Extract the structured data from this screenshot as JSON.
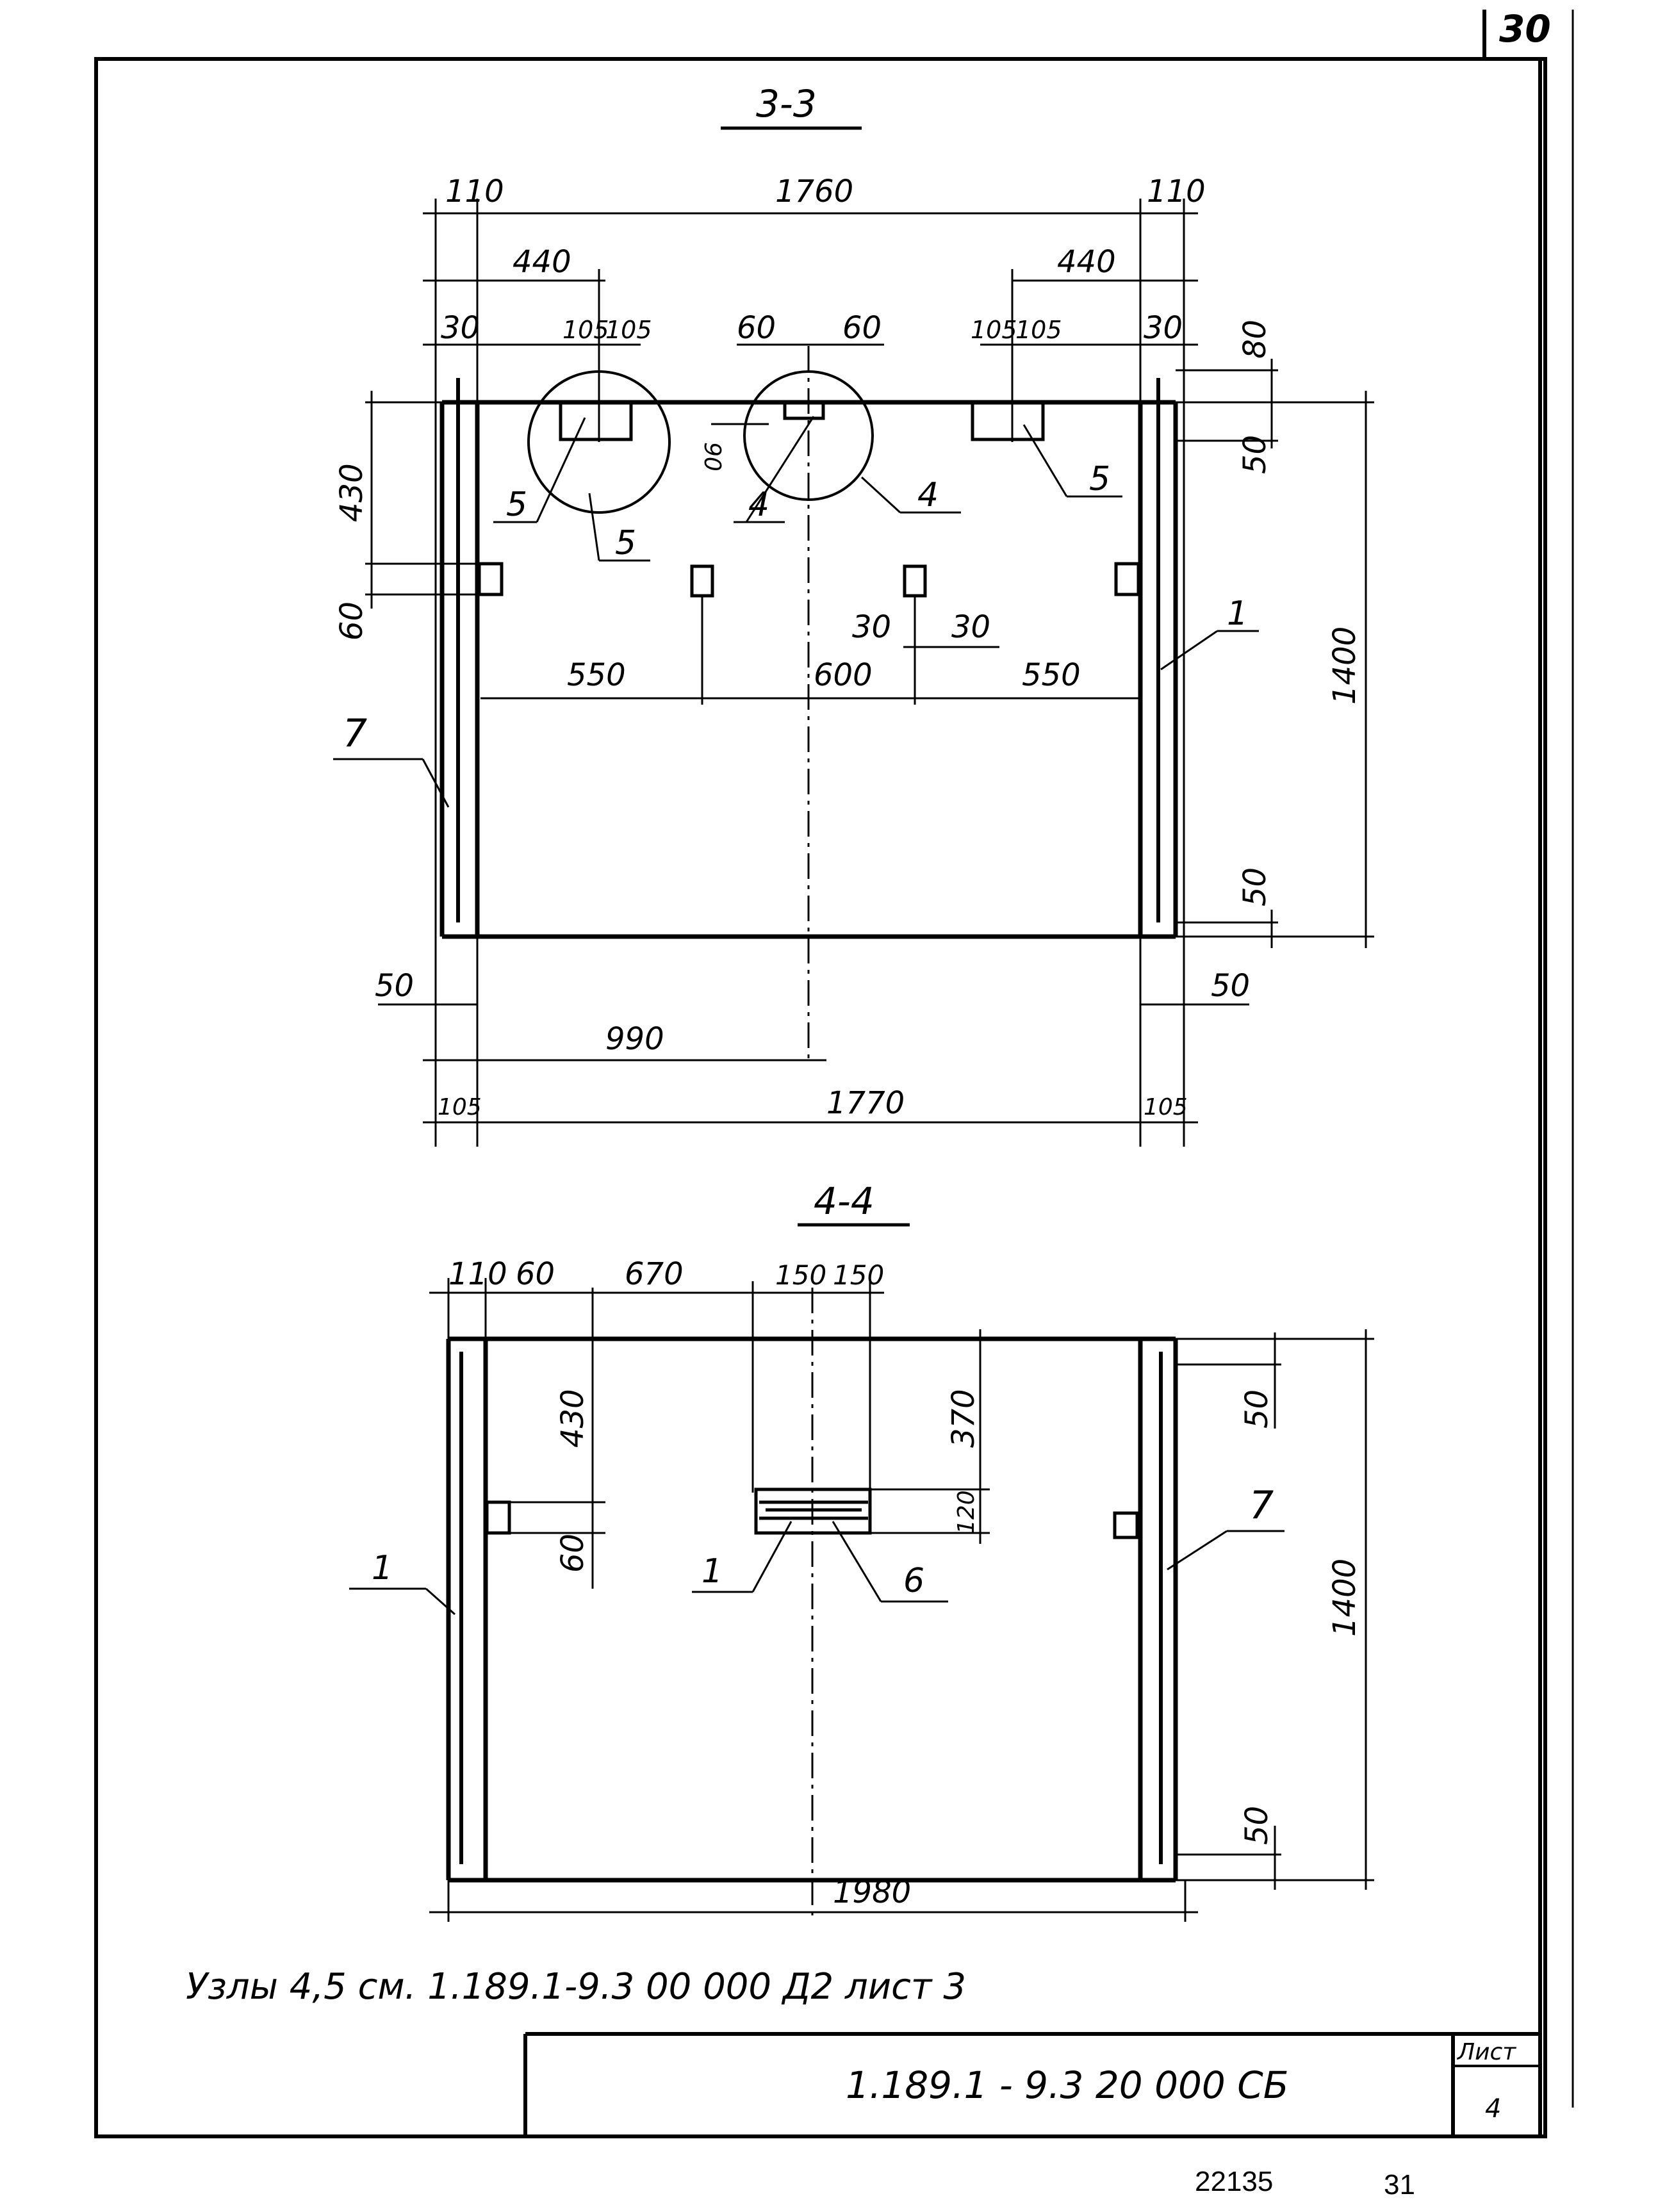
{
  "sheet": {
    "corner_page": "30",
    "footer_left": "22135",
    "footer_right": "31",
    "note": "Узлы 4,5 см. 1.189.1-9.3 00 000 Д2 лист 3"
  },
  "title_block": {
    "code": "1.189.1 - 9.3   20 000 СБ",
    "sheet_label": "Лист",
    "sheet_number": "4"
  },
  "section_33": {
    "title": "3-3",
    "dims": {
      "top_110_l": "110",
      "top_1760": "1760",
      "top_110_r": "110",
      "d440_l": "440",
      "d440_r": "440",
      "d30_l": "30",
      "d105a": "105",
      "d105b": "105",
      "d60a": "60",
      "d60b": "60",
      "d105c": "105",
      "d105d": "105",
      "d30_r": "30",
      "d80": "80",
      "d50_tr": "50",
      "d90": "90",
      "d430": "430",
      "d60_side": "60",
      "d1400": "1400",
      "d550_l": "550",
      "d600": "600",
      "d550_r": "550",
      "d30c": "30",
      "d30d": "30",
      "d50_br": "50",
      "d50_bl": "50",
      "d50_br2": "50",
      "d990": "990",
      "d105_bl": "105",
      "d1770": "1770",
      "d105_br": "105"
    },
    "callouts": {
      "c5a": "5",
      "c5b": "5",
      "c4a": "4",
      "c4b": "4",
      "c5c": "5",
      "c1": "1",
      "c7": "7"
    }
  },
  "section_44": {
    "title": "4-4",
    "dims": {
      "d110": "110",
      "d60": "60",
      "d670": "670",
      "d150a": "150",
      "d150b": "150",
      "d430": "430",
      "d60v": "60",
      "d370": "370",
      "d120": "120",
      "d50_t": "50",
      "d1400": "1400",
      "d50_b": "50",
      "d1980": "1980"
    },
    "callouts": {
      "c1l": "1",
      "c1m": "1",
      "c6": "6",
      "c7": "7"
    }
  }
}
